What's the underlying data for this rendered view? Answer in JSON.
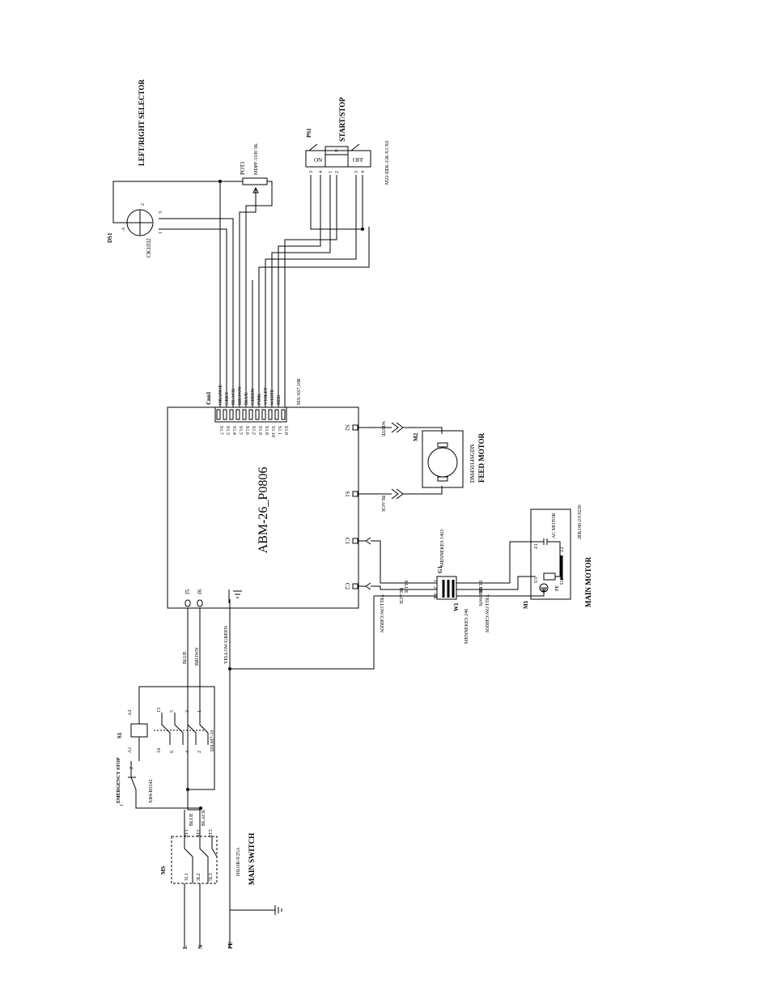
{
  "board": {
    "name": "ABM-26_P0806"
  },
  "main_motor": {
    "title": "MAIN MOTOR",
    "type": "AC MOTOR",
    "designator": "M1",
    "part": "2EK180-2/C0230",
    "terminals": [
      "Z1",
      "Z2",
      "U1",
      "U2",
      "PE"
    ]
  },
  "feed_motor": {
    "title": "FEED MOTOR",
    "designator": "M2",
    "part": "DM45014SGDN",
    "wires": [
      "WHITE",
      "BLACK"
    ]
  },
  "start_stop": {
    "title": "START/STOP",
    "designator": "PS1",
    "part": "M22-DDL-GR-X1/X0",
    "buttons": [
      "ON",
      "0",
      "OFF"
    ],
    "terminals": [
      "3",
      "4",
      "1",
      "2",
      "3",
      "4"
    ]
  },
  "selector": {
    "title": "LEFT/RIGHT SELECTOR",
    "designator": "DS1",
    "part": "CK1032",
    "pins": [
      "A",
      "1",
      "2",
      "3"
    ]
  },
  "pot": {
    "designator": "POT1",
    "part": "MDPF-1100 5K"
  },
  "connector": {
    "designator": "Cnn1",
    "part": "MX-SS7,10R",
    "pins": [
      "S1.7",
      "S1.3",
      "S1.4",
      "S1.5",
      "S1.6",
      "S1.2",
      "S1.9",
      "S1.8",
      "S1.10",
      "S1.1",
      "S1.8"
    ],
    "wires": [
      "ORANGE",
      "GREY",
      "BLACK",
      "BROWN",
      "BLUE",
      "GREEN",
      "PINK",
      "VIOLET",
      "WHITE",
      "RED"
    ]
  },
  "board_terminals": {
    "feed_plus": "S2",
    "feed_minus": "S1",
    "motor_a": "C1",
    "motor_b": "C2",
    "supply_1": "J5",
    "supply_2": "J6"
  },
  "connectors_g1": {
    "designator": "G1",
    "part": "MENNEKES 1463"
  },
  "connectors_w1": {
    "designator": "W1",
    "part": "MENNEKES 248"
  },
  "motor_wires": {
    "blue_board": "BLUE",
    "black_board": "BLACK",
    "yg_board": "YELLOW/GREEN",
    "blue_motor": "BLUE",
    "brown_motor": "BROWN",
    "yg_motor": "YELLOW/GREEN",
    "pin_1": "1",
    "pin_2": "2",
    "pin_pe": "PE"
  },
  "supply_wires": {
    "blue": "BLUE",
    "brown": "BROWN",
    "yg": "YELLOW/GREEN"
  },
  "emergency_stop": {
    "title": "EMERGENCY STOP",
    "designator": "S1",
    "part": "XB4-BS542",
    "contactor_part": "DILM7-10",
    "coil": [
      "A1",
      "A2"
    ],
    "poles": [
      "1",
      "3",
      "5",
      "13",
      "2",
      "4",
      "6",
      "14"
    ],
    "es_pins": [
      "1",
      "2"
    ]
  },
  "main_switch": {
    "title": "MAIN SWITCH",
    "designator": "MS",
    "part": "DILOR-9/25A",
    "top": [
      "1L1",
      "3L2",
      "5L3"
    ],
    "bottom": [
      "2T1",
      "4T2",
      "6T3"
    ],
    "wire_blue": "BLUE",
    "wire_black": "BLACK"
  },
  "mains": {
    "L": "L",
    "N": "N",
    "PE": "PE"
  }
}
